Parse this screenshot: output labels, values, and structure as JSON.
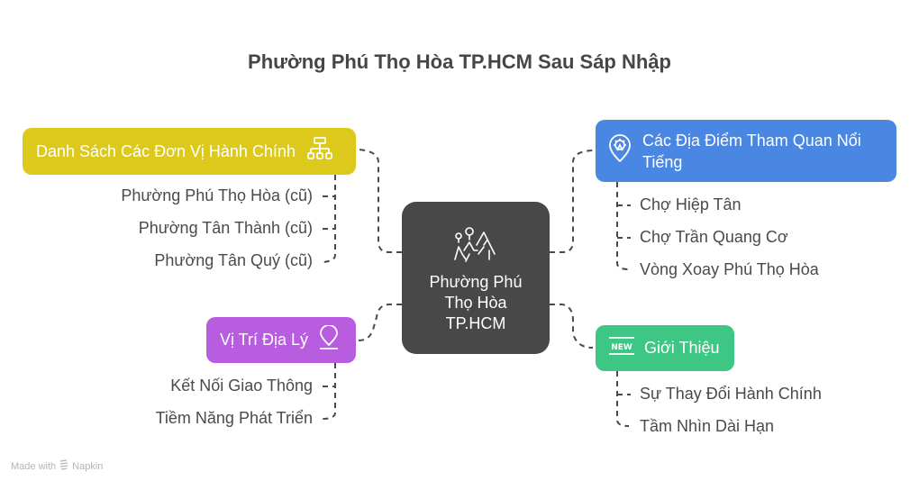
{
  "title": "Phường Phú Thọ Hòa TP.HCM Sau Sáp Nhập",
  "center": {
    "lines": [
      "Phường Phú",
      "Thọ Hòa",
      "TP.HCM"
    ],
    "icon": "park-people-trees-icon",
    "color": "#484848"
  },
  "branches": {
    "admin_units": {
      "label": "Danh Sách Các Đơn Vị Hành Chính",
      "icon": "org-chart-icon",
      "color": "#ddc91b",
      "items": [
        "Phường Phú Thọ Hòa (cũ)",
        "Phường Tân Thành (cũ)",
        "Phường Tân Quý (cũ)"
      ]
    },
    "attractions": {
      "label_lines": [
        "Các Địa Điểm Tham Quan Nổi",
        "Tiếng"
      ],
      "icon": "ferris-wheel-pin-icon",
      "color": "#4a87e3",
      "items": [
        "Chợ Hiệp Tân",
        "Chợ Trần Quang Cơ",
        "Vòng Xoay Phú Thọ Hòa"
      ]
    },
    "location": {
      "label": "Vị Trí Địa Lý",
      "icon": "map-pin-icon",
      "color": "#b85ce0",
      "items": [
        "Kết Nối Giao Thông",
        "Tiềm Năng Phát Triển"
      ]
    },
    "introduction": {
      "label": "Giới Thiệu",
      "icon": "new-badge-icon",
      "color": "#3ec684",
      "items": [
        "Sự Thay Đổi Hành Chính",
        "Tầm Nhìn Dài Hạn"
      ]
    }
  },
  "footer": {
    "made_with": "Made with",
    "brand": "Napkin"
  }
}
